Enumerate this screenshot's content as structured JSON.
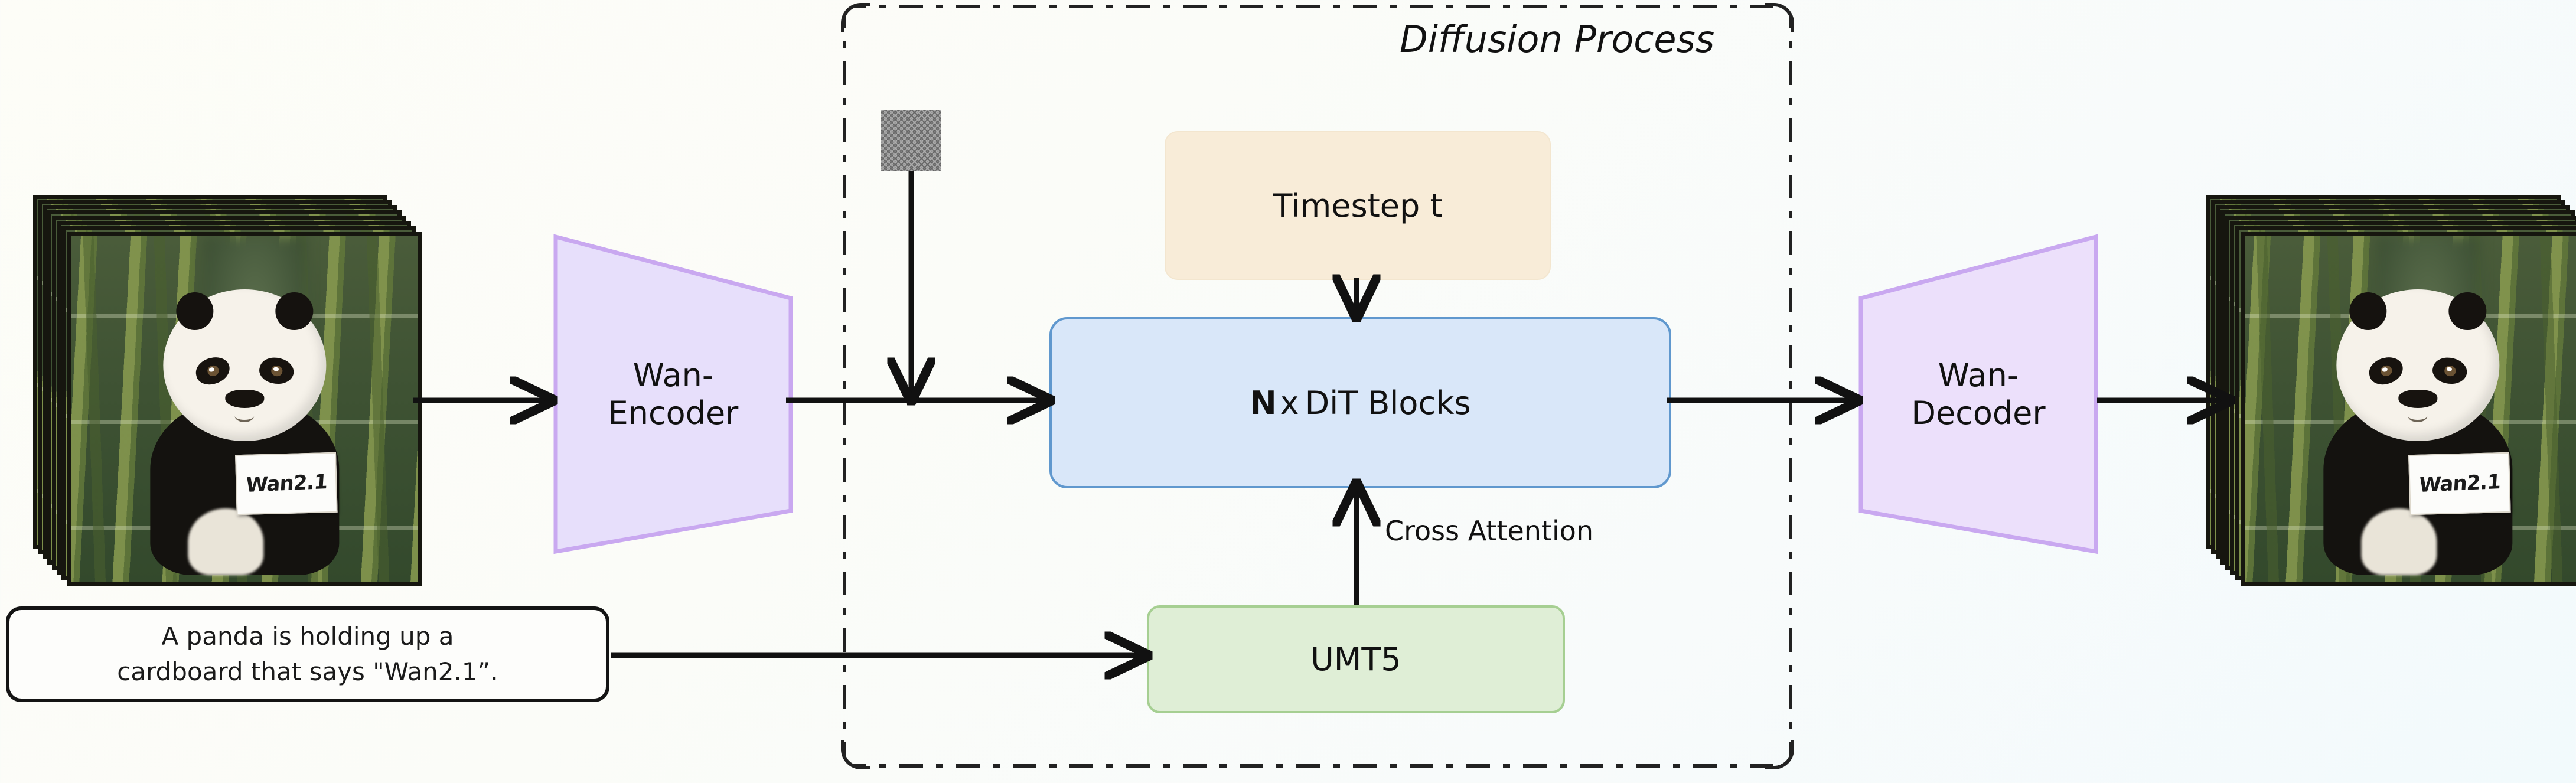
{
  "diagram": {
    "region_title": "Diffusion Process",
    "background": {
      "gradient_from": "#fdfdf7",
      "gradient_to": "#f2fafc"
    }
  },
  "input_video": {
    "name": "input-video-frames",
    "sign_text": "Wan2.1",
    "frame_count": 8
  },
  "output_video": {
    "name": "output-video-frames",
    "sign_text": "Wan2.1",
    "frame_count": 8
  },
  "encoder": {
    "line1": "Wan-",
    "line2": "Encoder",
    "fill": "#e7dffb",
    "stroke": "#c9a8f0"
  },
  "decoder": {
    "line1": "Wan-",
    "line2": "Decoder",
    "fill": "#ece0fb",
    "stroke": "#c9a8f0"
  },
  "noise": {
    "label": "noise-latent-patch"
  },
  "timestep": {
    "label": "Timestep t",
    "fill": "#f8ecd8"
  },
  "dit": {
    "multiplier": "N",
    "times": "x",
    "label": "DiT Blocks",
    "fill": "#d9e7f9",
    "stroke": "#6098ce",
    "multiplier_color": "#fe0000"
  },
  "text_encoder": {
    "label": "UMT5",
    "fill": "#dfeed6",
    "stroke": "#a6cf92"
  },
  "prompt": {
    "line1": "A panda is holding up a",
    "line2": "cardboard that says \"Wan2.1”."
  },
  "edges": {
    "cross_attention": "Cross Attention"
  }
}
